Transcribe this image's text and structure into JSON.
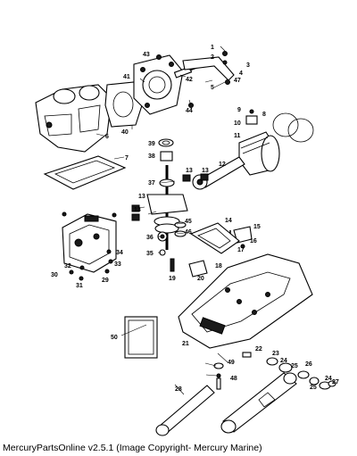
{
  "diagram": {
    "callouts": [
      "1",
      "2",
      "3",
      "4",
      "5",
      "6",
      "7",
      "8",
      "9",
      "10",
      "11",
      "12",
      "13",
      "13",
      "13",
      "13",
      "14",
      "15",
      "16",
      "17",
      "18",
      "19",
      "20",
      "21",
      "22",
      "23",
      "24",
      "24",
      "25",
      "25",
      "26",
      "27",
      "28",
      "29",
      "30",
      "31",
      "32",
      "33",
      "34",
      "35",
      "36",
      "37",
      "38",
      "39",
      "40",
      "41",
      "42",
      "43",
      "44",
      "45",
      "46",
      "47",
      "48",
      "49",
      "50"
    ]
  },
  "footer": {
    "text": "MercuryPartsOnline v2.5.1 (Image Copyright- Mercury Marine)"
  }
}
